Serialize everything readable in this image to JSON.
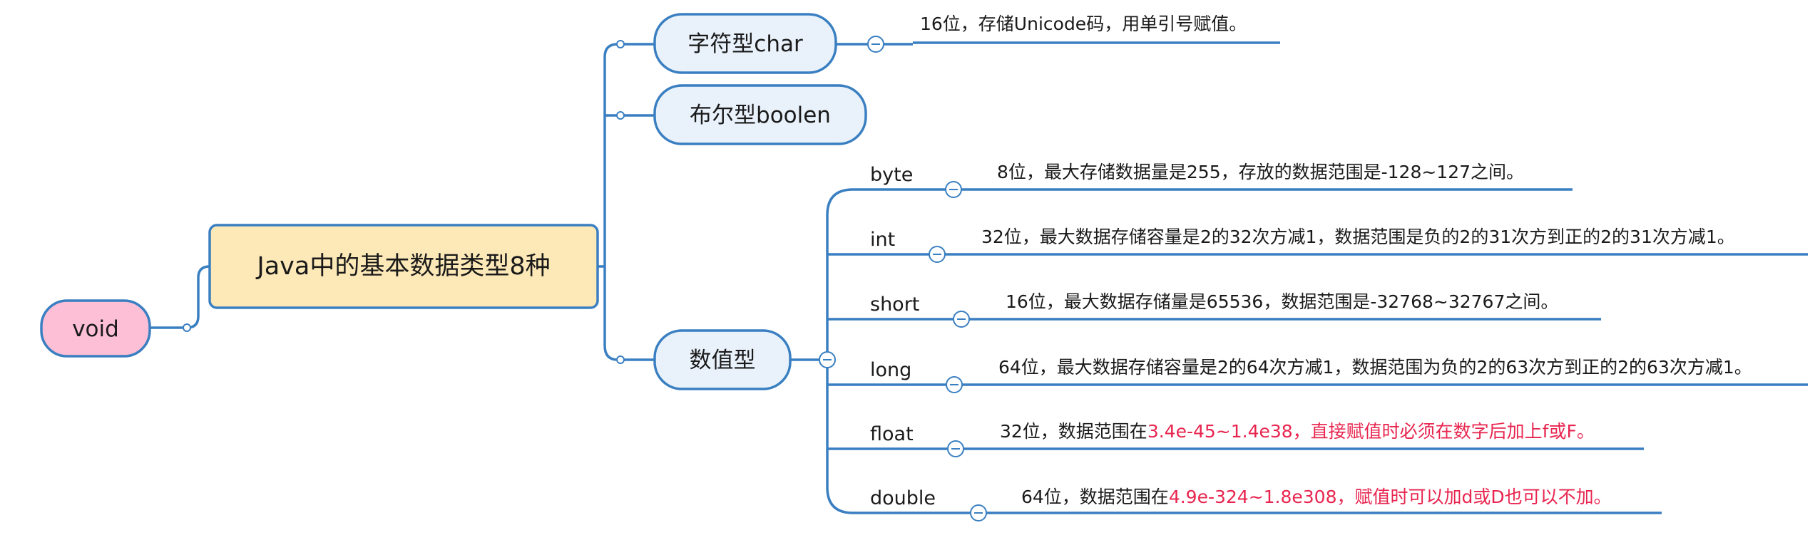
{
  "root": {
    "label": "void",
    "color": "#fdbfd6"
  },
  "main": {
    "label": "Java中的基本数据类型8种",
    "color": "#fde9b8"
  },
  "branches": {
    "char": {
      "label": "字符型char",
      "desc": "16位，存储Unicode码，用单引号赋值。"
    },
    "boolean": {
      "label": "布尔型boolen"
    },
    "numeric": {
      "label": "数值型"
    }
  },
  "numeric_types": [
    {
      "name": "byte",
      "desc": "8位，最大存储数据量是255，存放的数据范围是-128~127之间。",
      "desc_highlight": ""
    },
    {
      "name": "int",
      "desc": "32位，最大数据存储容量是2的32次方减1，数据范围是负的2的31次方到正的2的31次方减1。",
      "desc_highlight": ""
    },
    {
      "name": "short",
      "desc": "16位，最大数据存储量是65536，数据范围是-32768~32767之间。",
      "desc_highlight": ""
    },
    {
      "name": "long",
      "desc": "64位，最大数据存储容量是2的64次方减1，数据范围为负的2的63次方到正的2的63次方减1。",
      "desc_highlight": ""
    },
    {
      "name": "float",
      "desc": "32位，数据范围在",
      "desc_highlight": "3.4e-45~1.4e38，直接赋值时必须在数字后加上f或F。"
    },
    {
      "name": "double",
      "desc": "64位，数据范围在",
      "desc_highlight": "4.9e-324~1.8e308，赋值时可以加d或D也可以不加。"
    }
  ],
  "colors": {
    "line": "#3a7fc1",
    "branch_fill": "#e9f2fb",
    "highlight_text": "#e8254f"
  }
}
